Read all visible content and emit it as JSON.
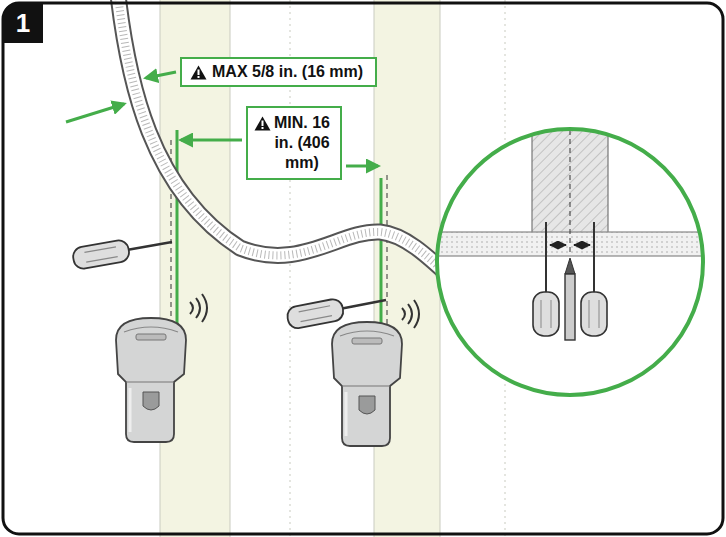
{
  "diagram": {
    "nodes": [
      {
        "text": [
          "1"
        ]
      },
      {
        "text": [
          "MAX 5/8 in. (16 mm)"
        ]
      },
      {
        "text": [
          "MIN. 16 in. (406 mm)"
        ]
      }
    ]
  }
}
